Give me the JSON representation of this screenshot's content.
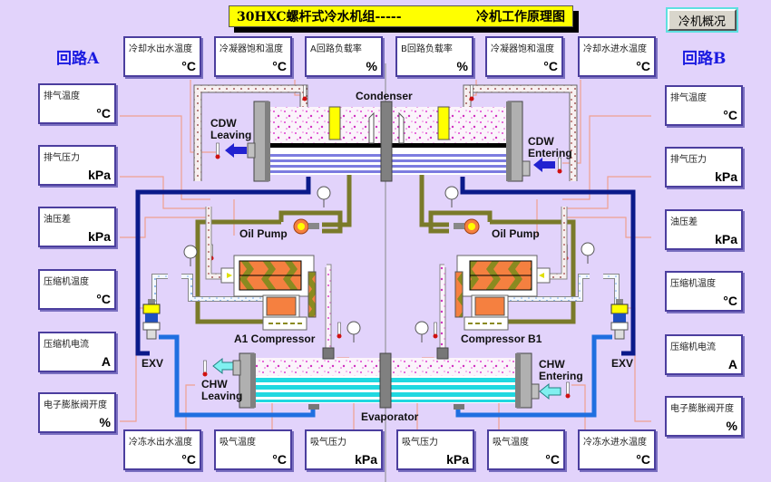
{
  "header": {
    "title_left": "30HXC螺杆式冷水机组-----",
    "title_right": "冷机工作原理图",
    "overview_button": "冷机概况"
  },
  "circuits": {
    "a_label": "回路A",
    "b_label": "回路B"
  },
  "top_boxes": [
    {
      "label": "冷却水出水温度",
      "unit": "°C"
    },
    {
      "label": "冷凝器饱和温度",
      "unit": "°C"
    },
    {
      "label": "A回路负载率",
      "unit": "%"
    },
    {
      "label": "B回路负载率",
      "unit": "%"
    },
    {
      "label": "冷凝器饱和温度",
      "unit": "°C"
    },
    {
      "label": "冷却水进水温度",
      "unit": "°C"
    }
  ],
  "left_boxes": [
    {
      "label": "排气温度",
      "unit": "°C"
    },
    {
      "label": "排气压力",
      "unit": "kPa"
    },
    {
      "label": "油压差",
      "unit": "kPa"
    },
    {
      "label": "压缩机温度",
      "unit": "°C"
    },
    {
      "label": "压缩机电流",
      "unit": "A"
    },
    {
      "label": "电子膨胀阀开度",
      "unit": "%"
    }
  ],
  "right_boxes": [
    {
      "label": "排气温度",
      "unit": "°C"
    },
    {
      "label": "排气压力",
      "unit": "kPa"
    },
    {
      "label": "油压差",
      "unit": "kPa"
    },
    {
      "label": "压缩机温度",
      "unit": "°C"
    },
    {
      "label": "压缩机电流",
      "unit": "A"
    },
    {
      "label": "电子膨胀阀开度",
      "unit": "%"
    }
  ],
  "bottom_boxes": [
    {
      "label": "冷冻水出水温度",
      "unit": "°C"
    },
    {
      "label": "吸气温度",
      "unit": "°C"
    },
    {
      "label": "吸气压力",
      "unit": "kPa"
    },
    {
      "label": "吸气压力",
      "unit": "kPa"
    },
    {
      "label": "吸气温度",
      "unit": "°C"
    },
    {
      "label": "冷冻水进水温度",
      "unit": "°C"
    }
  ],
  "diagram": {
    "condenser": "Condenser",
    "evaporator": "Evaporator",
    "cdw_leaving": [
      "CDW",
      "Leaving"
    ],
    "cdw_entering": [
      "CDW",
      "Entering"
    ],
    "chw_leaving": [
      "CHW",
      "Leaving"
    ],
    "chw_entering": [
      "CHW",
      "Entering"
    ],
    "oil_pump_a": "Oil Pump",
    "oil_pump_b": "Oil Pump",
    "compressor_a": "A1 Compressor",
    "compressor_b": "Compressor B1",
    "exv_a": "EXV",
    "exv_b": "EXV"
  },
  "colors": {
    "background": "#e2d3fb",
    "title_bg": "#ffff00",
    "circuit_label": "#1a1ae0",
    "refrigerant_line": "#0a1a8a",
    "chilled_water_line": "#1f6fe0",
    "oil_line": "#7a7a2a",
    "sensor_line": "#f0a090",
    "compressor_orange": "#f58040",
    "compressor_olive": "#8a8a20"
  }
}
